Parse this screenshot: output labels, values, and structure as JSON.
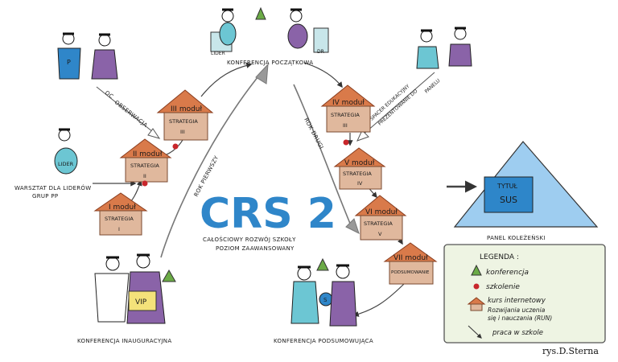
{
  "title": {
    "main": "CRS 2",
    "sub_line1": "CAŁOŚCIOWY ROZWÓJ SZKOŁY",
    "sub_line2": "POZIOM ZAAWANSOWANY"
  },
  "events": {
    "conference_start": "KONFERENCJA POCZĄTKOWA",
    "conference_inaugural": "KONFERENCJA INAUGURACYJNA",
    "conference_summary": "KONFERENCJA PODSUMOWUJĄCA",
    "workshop_leaders_line1": "WARSZTAT DLA LIDERÓW",
    "workshop_leaders_line2": "GRUP PP"
  },
  "years": {
    "year1": "ROK PIERWSZY",
    "year2": "ROK DRUGI"
  },
  "modules": [
    {
      "module": "I moduł",
      "strategy": "STRATEGIA",
      "roman": "I"
    },
    {
      "module": "II moduł",
      "strategy": "STRATEGIA",
      "roman": "II"
    },
    {
      "module": "III moduł",
      "strategy": "STRATEGIA",
      "roman": "III"
    },
    {
      "module": "IV moduł",
      "strategy": "STRATEGIA",
      "roman": "III"
    },
    {
      "module": "V moduł",
      "strategy": "STRATEGIA",
      "roman": "IV"
    },
    {
      "module": "VI moduł",
      "strategy": "STRATEGIA",
      "roman": "V"
    },
    {
      "module": "VII moduł",
      "strategy": "PODSUMOWANIE",
      "roman": ""
    }
  ],
  "annotations": {
    "observation": "OBSERWACJA",
    "observation_prefix": "OC",
    "feedback_line1": "SPACER EDUKACYJNY",
    "feedback_line2": "PREZENTOWANIE DO",
    "feedback_line3": "PANELU"
  },
  "badges": {
    "leader": "LIDER",
    "leader2": "LIDER",
    "director": "DR",
    "vip": "VIP",
    "p": "P",
    "s": "S"
  },
  "panel": {
    "label": "PANEL KOLEŻEŃSKI",
    "box_line1": "TYTUŁ",
    "box_line2": "SUS"
  },
  "legend": {
    "title": "LEGENDA :",
    "items": [
      {
        "text": "konferencja"
      },
      {
        "text": "szkolenie"
      },
      {
        "text": "kurs internetowy"
      },
      {
        "text": "Rozwijania uczenia"
      },
      {
        "text": "się i nauczania (RUN)"
      },
      {
        "text": "praca w szkole"
      }
    ]
  },
  "signature": "rys.D.Sterna",
  "colors": {
    "roof": "#d97a4a",
    "wall": "#e0b89d",
    "blue": "#2f86c9",
    "purple": "#8a63a8",
    "teal": "#6cc6d3",
    "green": "#6bab46",
    "red": "#c8262b",
    "legend_bg": "#eef4e3",
    "panel_bg": "#9ecdf0",
    "panel_box": "#2e86c9"
  }
}
